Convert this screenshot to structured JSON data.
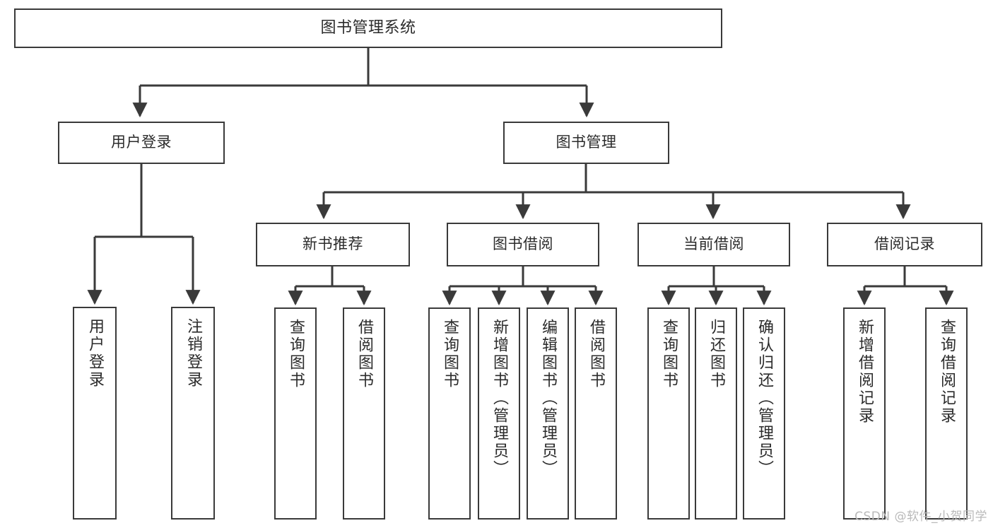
{
  "diagram": {
    "title": "图书管理系统",
    "type": "tree-hierarchy-diagram",
    "watermark": "CSDN @软件_小贺同学",
    "colors": {
      "background": "#ffffff",
      "box_border": "#3a3a3a",
      "box_fill": "#ffffff",
      "connector": "#3a3a3a",
      "text": "#2b2b2b",
      "watermark": "#b9b9b9"
    },
    "root": {
      "id": "root",
      "label": "图书管理系统"
    },
    "level2": [
      {
        "id": "user-login",
        "label": "用户登录"
      },
      {
        "id": "book-management",
        "label": "图书管理"
      }
    ],
    "level3": [
      {
        "id": "new-book-recommend",
        "label": "新书推荐"
      },
      {
        "id": "book-borrow",
        "label": "图书借阅"
      },
      {
        "id": "current-borrow",
        "label": "当前借阅"
      },
      {
        "id": "borrow-record",
        "label": "借阅记录"
      }
    ],
    "leaves": {
      "user_login": [
        {
          "id": "leaf-user-login",
          "label": "用户登录"
        },
        {
          "id": "leaf-logout-login",
          "label": "注销登录"
        }
      ],
      "new_book_recommend": [
        {
          "id": "leaf-query-book-1",
          "label": "查询图书"
        },
        {
          "id": "leaf-borrow-book-1",
          "label": "借阅图书"
        }
      ],
      "book_borrow": [
        {
          "id": "leaf-query-book-2",
          "label": "查询图书"
        },
        {
          "id": "leaf-add-book",
          "label": "新增图书（管理员）"
        },
        {
          "id": "leaf-edit-book",
          "label": "编辑图书（管理员）"
        },
        {
          "id": "leaf-borrow-book-2",
          "label": "借阅图书"
        }
      ],
      "current_borrow": [
        {
          "id": "leaf-query-book-3",
          "label": "查询图书"
        },
        {
          "id": "leaf-return-book",
          "label": "归还图书"
        },
        {
          "id": "leaf-confirm-return",
          "label": "确认归还（管理员）"
        }
      ],
      "borrow_record": [
        {
          "id": "leaf-add-record",
          "label": "新增借阅记录"
        },
        {
          "id": "leaf-query-record",
          "label": "查询借阅记录"
        }
      ]
    }
  }
}
